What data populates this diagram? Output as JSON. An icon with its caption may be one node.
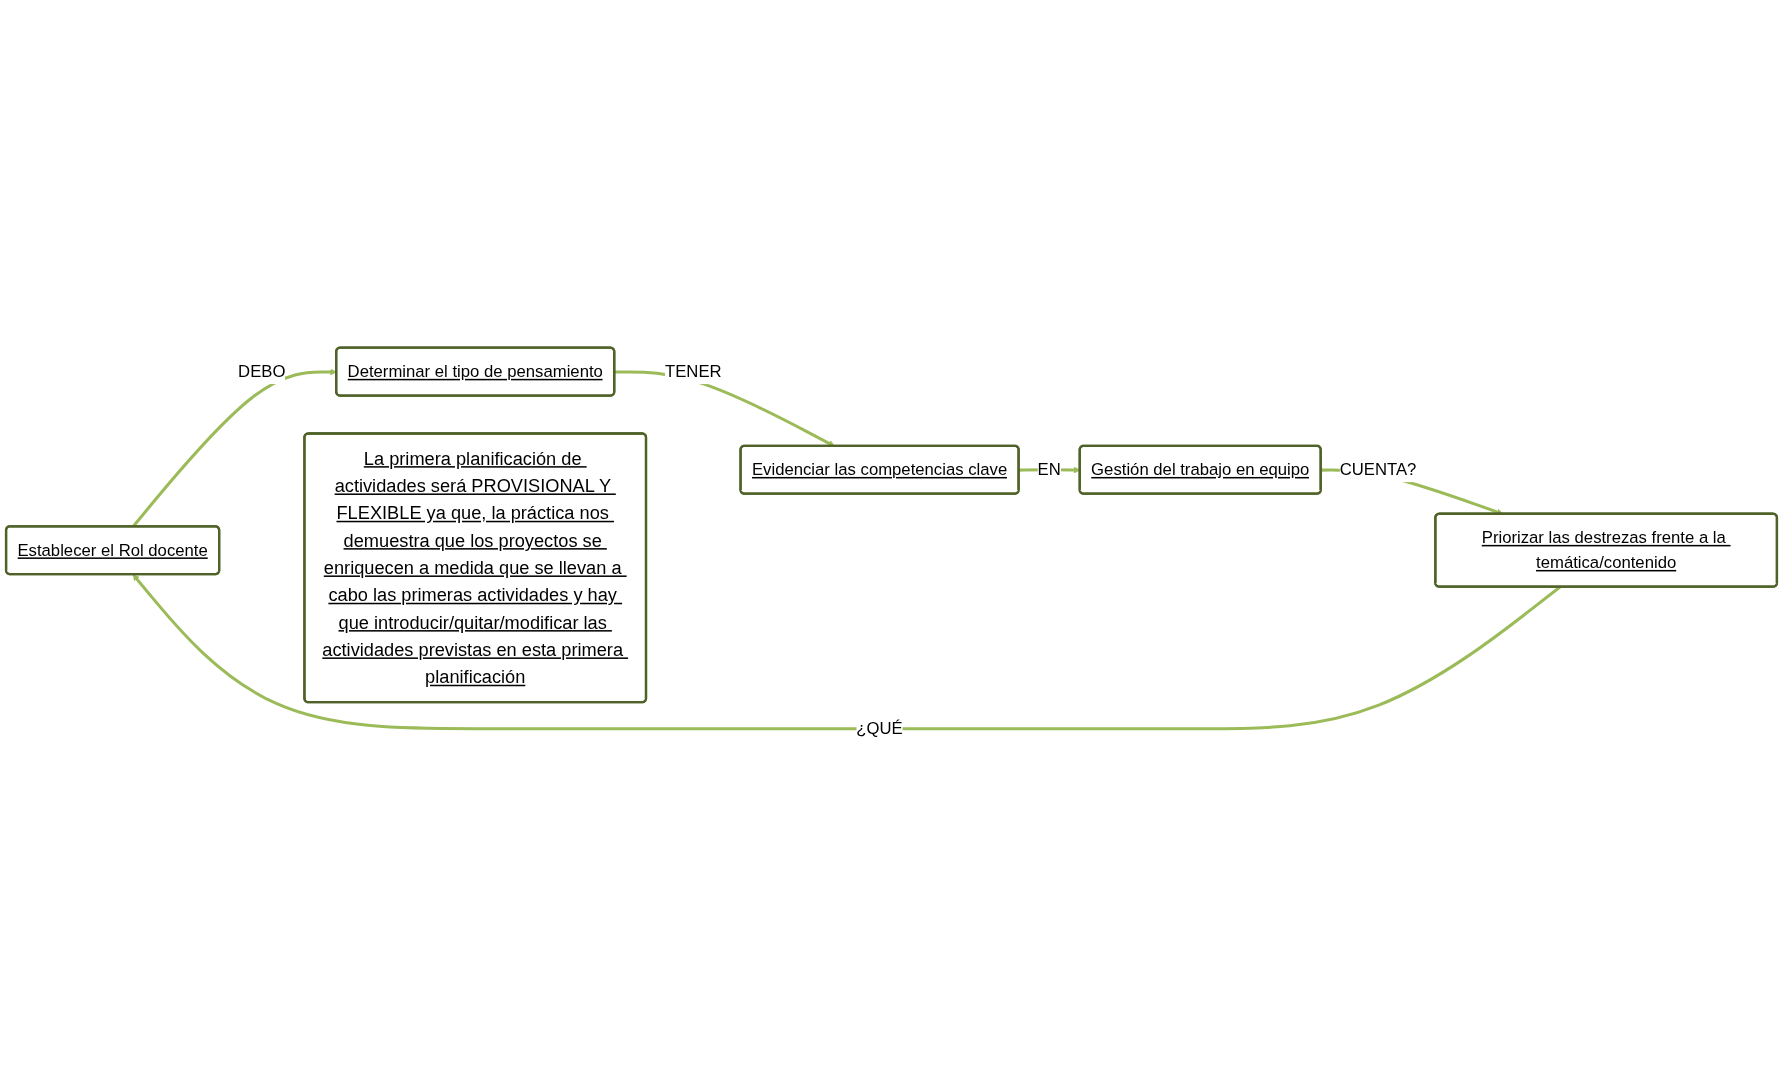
{
  "diagram": {
    "nodes": [
      {
        "text": [
          "Establecer el Rol docente"
        ]
      },
      {
        "text": [
          "Determinar el tipo de pensamiento"
        ]
      },
      {
        "text": [
          "Evidenciar las competencias clave"
        ]
      },
      {
        "text": [
          "Gestión del trabajo en equipo"
        ]
      },
      {
        "text": [
          "Priorizar las destrezas frente a la temática/contenido"
        ]
      },
      {
        "text": [
          "La primera planificación de actividades será PROVISIONAL Y FLEXIBLE ya que, la práctica nos demuestra que los proyectos se enriquecen a medida que se llevan a cabo las primeras actividades y hay que introducir/quitar/modificar las actividades previstas en esta primera planificación"
        ]
      }
    ],
    "edges": [
      {
        "from": 0,
        "to": 1,
        "arrow": "to",
        "label": "DEBO"
      },
      {
        "from": 1,
        "to": 2,
        "arrow": "to",
        "label": "TENER"
      },
      {
        "from": 2,
        "to": 3,
        "arrow": "to",
        "label": "EN"
      },
      {
        "from": 3,
        "to": 4,
        "arrow": "to",
        "label": "CUENTA?"
      },
      {
        "from": 4,
        "to": 0,
        "arrow": "to",
        "label": "¿QUÉ"
      }
    ]
  }
}
